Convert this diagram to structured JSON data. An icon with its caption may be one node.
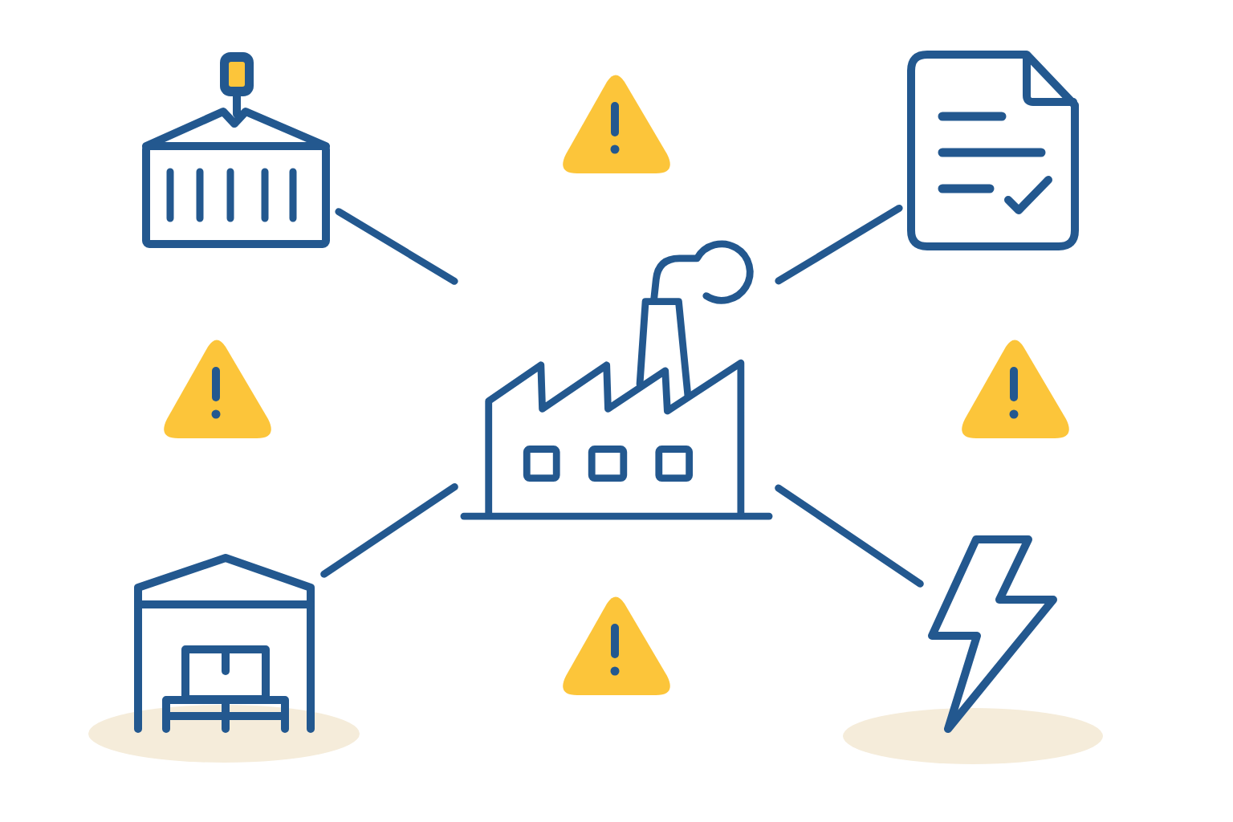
{
  "diagram": {
    "nodes": [
      {
        "text": [],
        "shape": "picture"
      },
      {
        "text": [],
        "shape": "triangle"
      },
      {
        "text": [],
        "shape": "picture"
      },
      {
        "text": [],
        "shape": "triangle"
      },
      {
        "text": [],
        "shape": "picture"
      },
      {
        "text": [],
        "shape": "triangle"
      },
      {
        "text": [],
        "shape": "picture"
      },
      {
        "text": [],
        "shape": "triangle"
      },
      {
        "text": [],
        "shape": "picture"
      }
    ],
    "edges": [
      {
        "from": 0,
        "to": 4,
        "arrow": "none"
      },
      {
        "from": 2,
        "to": 4,
        "arrow": "none"
      },
      {
        "from": 6,
        "to": 4,
        "arrow": "none"
      },
      {
        "from": 8,
        "to": 4,
        "arrow": "none"
      }
    ]
  }
}
